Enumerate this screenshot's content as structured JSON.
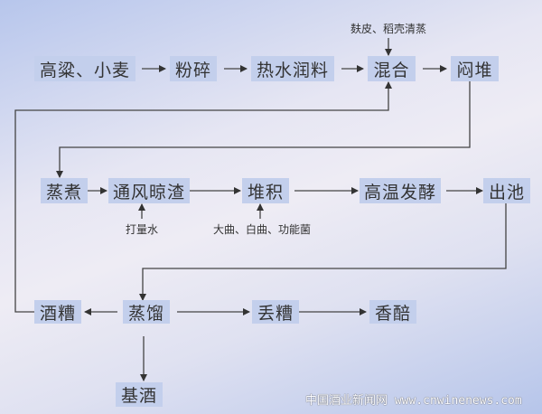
{
  "steps": {
    "grain": "高粱、小麦",
    "crush": "粉碎",
    "hot_water_soak": "热水润料",
    "mix": "混合",
    "pile": "闷堆",
    "steam_cook": "蒸煮",
    "air_cool": "通风晾渣",
    "stack": "堆积",
    "high_temp_ferment": "高温发酵",
    "out_pit": "出池",
    "distiller_grains": "酒糟",
    "distill": "蒸馏",
    "discard_grains": "丢糟",
    "fragrant_grains": "香醅",
    "base_liquor": "基酒"
  },
  "inputs": {
    "bran_husk": "麸皮、稻壳清蒸",
    "water": "打量水",
    "starters": "大曲、白曲、功能菌"
  },
  "watermark": "中国酒业新闻网 www.cnwinenews.com"
}
